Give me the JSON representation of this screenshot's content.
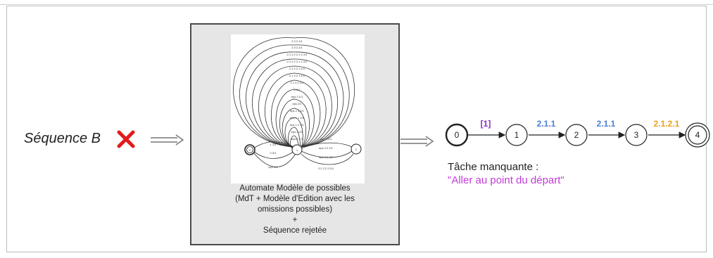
{
  "colors": {
    "accent_purple": "#8b2fc9",
    "accent_blue": "#4a7fd4",
    "accent_orange": "#e8a317",
    "task_magenta": "#c23bd8",
    "cross_red": "#e31b1b"
  },
  "input": {
    "sequence_label": "Séquence B",
    "status_icon": "red-cross-icon"
  },
  "automaton": {
    "caption_lines": [
      "Automate Modèle de possibles",
      "(MdT + Modèle d'Edition avec les",
      "omissions possibles)",
      "+",
      "Séquence rejetée"
    ]
  },
  "chain": {
    "states": [
      "0",
      "1",
      "2",
      "3",
      "4"
    ],
    "transitions": [
      {
        "label": "[1]",
        "color": "#8b2fc9"
      },
      {
        "label": "2.1.1",
        "color": "#4a7fd4"
      },
      {
        "label": "2.1.1",
        "color": "#4a7fd4"
      },
      {
        "label": "2.1.2.1",
        "color": "#e8a317"
      }
    ]
  },
  "result": {
    "title": "Tâche manquante :",
    "task": "\"Aller au point du départ\""
  }
}
